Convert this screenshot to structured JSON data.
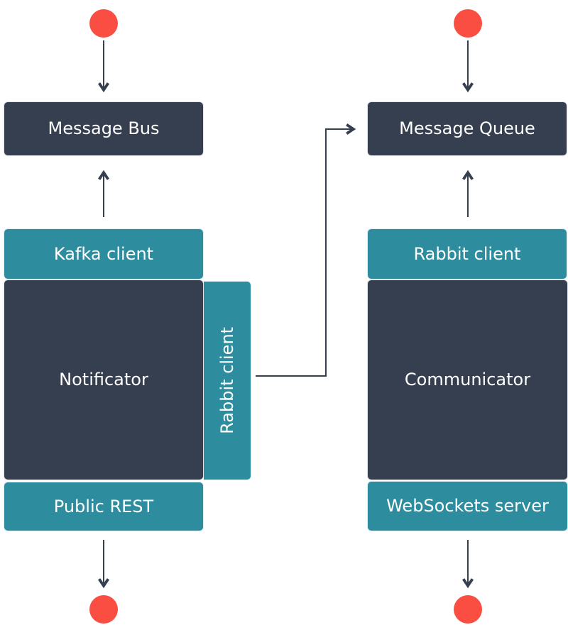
{
  "colors": {
    "node_dark": "#363f4f",
    "node_teal": "#2d8c9e",
    "endpoint_red": "#fa4e42",
    "arrow": "#363f4f",
    "background": "#ffffff",
    "text": "#ffffff"
  },
  "notificator_stack": {
    "message_bus": "Message Bus",
    "kafka_client": "Kafka client",
    "service": "Notificator",
    "rabbit_client": "Rabbit client",
    "public_rest": "Public REST"
  },
  "communicator_stack": {
    "message_queue": "Message Queue",
    "rabbit_client": "Rabbit client",
    "service": "Communicator",
    "websockets_server": "WebSockets server"
  }
}
